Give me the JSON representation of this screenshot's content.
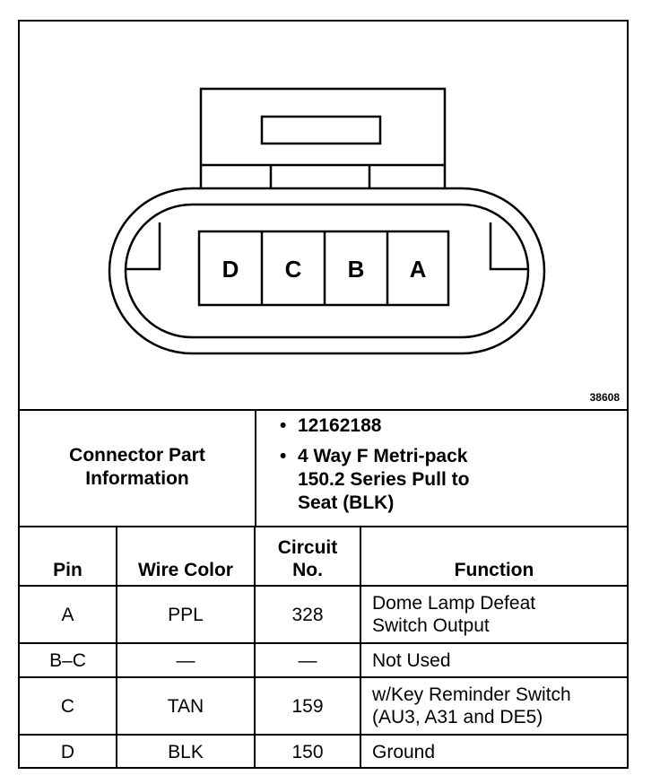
{
  "figure_number": "38608",
  "connector": {
    "pins": [
      "D",
      "C",
      "B",
      "A"
    ]
  },
  "part_info": {
    "label": "Connector Part\nInformation",
    "items": [
      "12162188",
      "4 Way F Metri-pack\n150.2 Series Pull to\nSeat (BLK)"
    ]
  },
  "table": {
    "headers": {
      "pin": "Pin",
      "wire_color": "Wire Color",
      "circuit_no": "Circuit\nNo.",
      "function": "Function"
    },
    "rows": [
      {
        "pin": "A",
        "wire_color": "PPL",
        "circuit_no": "328",
        "function": "Dome Lamp Defeat\nSwitch Output"
      },
      {
        "pin": "B–C",
        "wire_color": "—",
        "circuit_no": "—",
        "function": "Not Used"
      },
      {
        "pin": "C",
        "wire_color": "TAN",
        "circuit_no": "159",
        "function": "w/Key Reminder Switch\n(AU3, A31 and DE5)"
      },
      {
        "pin": "D",
        "wire_color": "BLK",
        "circuit_no": "150",
        "function": "Ground"
      }
    ]
  }
}
